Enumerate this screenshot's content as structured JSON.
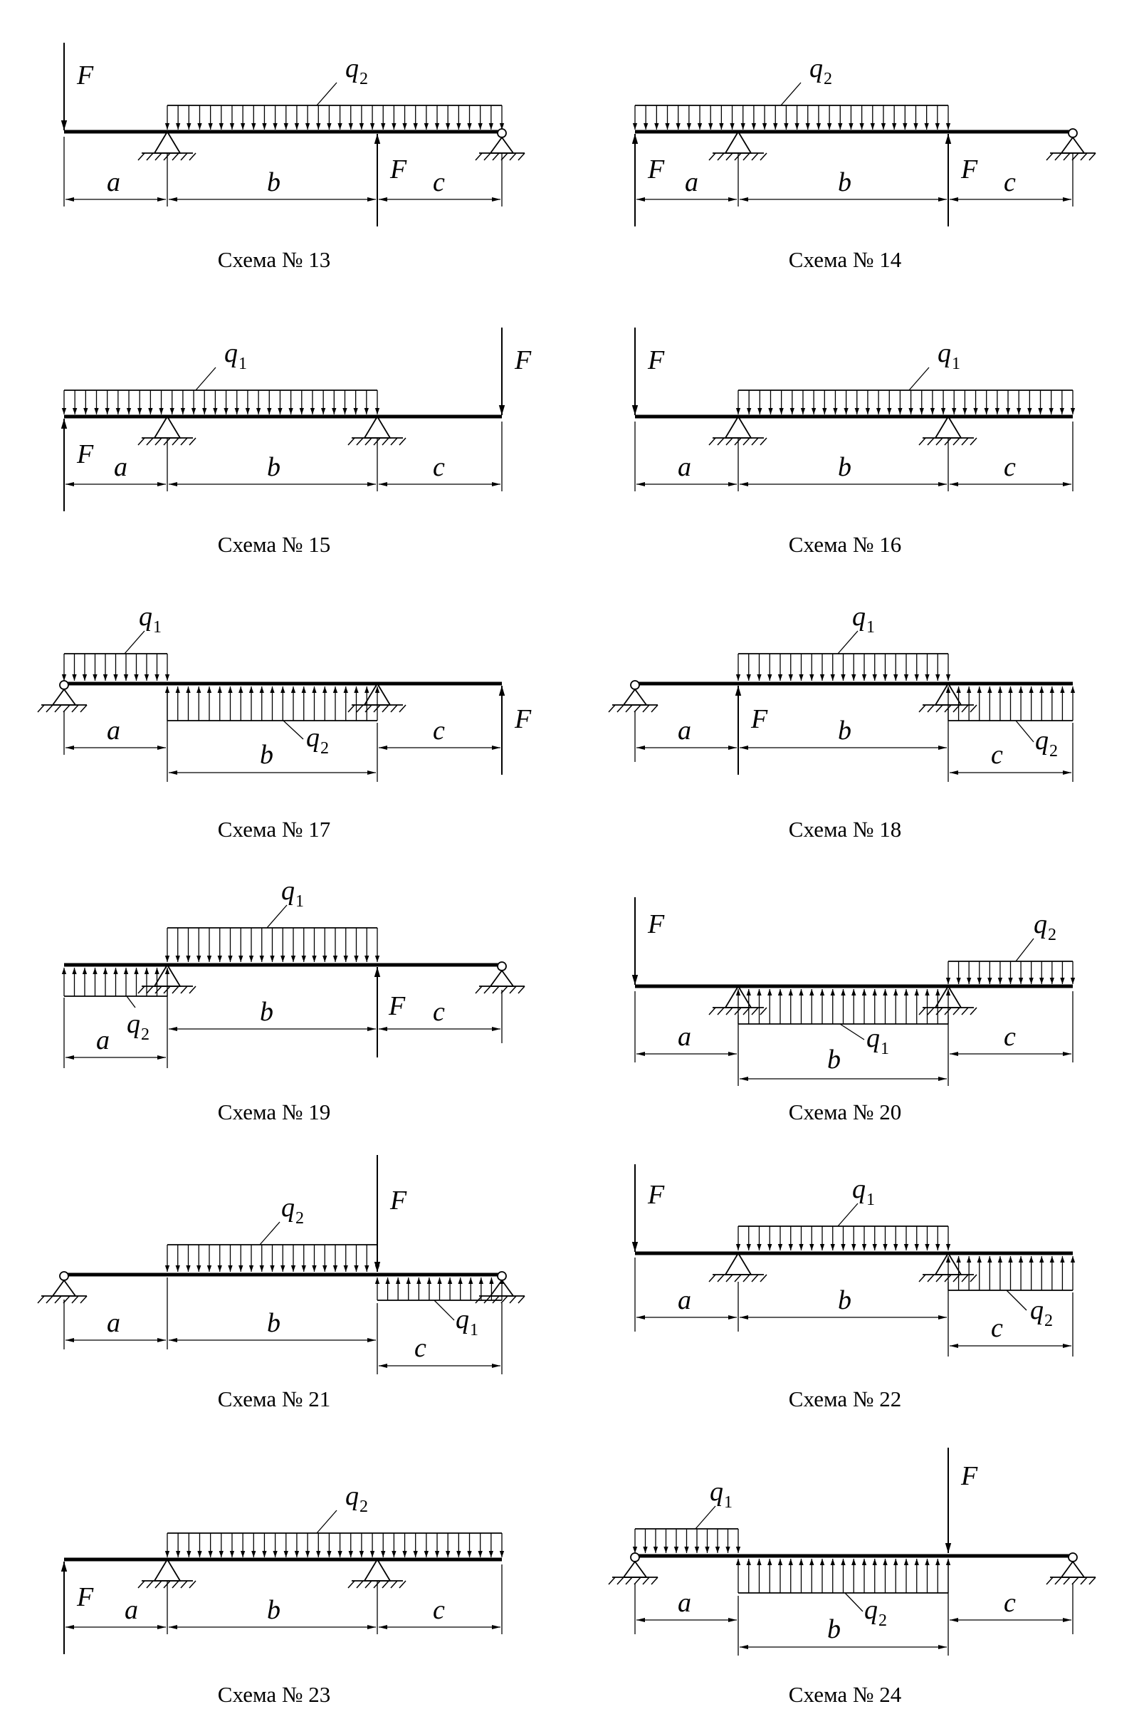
{
  "schemes": [
    {
      "caption": "Схема № 13",
      "labels": {
        "a": "a",
        "b": "b",
        "c": "c",
        "F": "F",
        "q": "q",
        "q_sub": "2"
      },
      "loads": [
        {
          "name": "q2",
          "from": "a",
          "to": "c",
          "dir": "down"
        }
      ],
      "forces": [
        {
          "at": "start",
          "dir": "down"
        },
        {
          "at": "a+b",
          "dir": "up"
        }
      ],
      "supports": [
        {
          "type": "fixed-pin",
          "at": "a"
        },
        {
          "type": "roller-pin",
          "at": "end"
        }
      ]
    },
    {
      "caption": "Схема № 14",
      "labels": {
        "a": "a",
        "b": "b",
        "c": "c",
        "F": "F",
        "q": "q",
        "q_sub": "2"
      },
      "loads": [
        {
          "name": "q2",
          "from": "start",
          "to": "a+b",
          "dir": "down"
        }
      ],
      "forces": [
        {
          "at": "start",
          "dir": "up"
        },
        {
          "at": "a+b",
          "dir": "up"
        }
      ],
      "supports": [
        {
          "type": "fixed-pin",
          "at": "a"
        },
        {
          "type": "roller-pin",
          "at": "end"
        }
      ]
    },
    {
      "caption": "Схема № 15",
      "labels": {
        "a": "a",
        "b": "b",
        "c": "c",
        "F": "F",
        "q": "q",
        "q_sub": "1"
      },
      "loads": [
        {
          "name": "q1",
          "from": "start",
          "to": "a+b",
          "dir": "down"
        }
      ],
      "forces": [
        {
          "at": "start",
          "dir": "up"
        },
        {
          "at": "end",
          "dir": "down"
        }
      ],
      "supports": [
        {
          "type": "fixed-pin",
          "at": "a"
        },
        {
          "type": "fixed-pin",
          "at": "a+b"
        }
      ]
    },
    {
      "caption": "Схема № 16",
      "labels": {
        "a": "a",
        "b": "b",
        "c": "c",
        "F": "F",
        "q": "q",
        "q_sub": "1"
      },
      "loads": [
        {
          "name": "q1",
          "from": "a",
          "to": "end",
          "dir": "down"
        }
      ],
      "forces": [
        {
          "at": "start",
          "dir": "down"
        }
      ],
      "supports": [
        {
          "type": "fixed-pin",
          "at": "a"
        },
        {
          "type": "fixed-pin",
          "at": "a+b"
        }
      ]
    },
    {
      "caption": "Схема № 17",
      "labels": {
        "a": "a",
        "b": "b",
        "c": "c",
        "F": "F",
        "q1": "q",
        "q1_sub": "1",
        "q2": "q",
        "q2_sub": "2"
      },
      "loads": [
        {
          "name": "q1",
          "from": "start",
          "to": "a",
          "dir": "down"
        },
        {
          "name": "q2",
          "from": "a",
          "to": "a+b",
          "dir": "up"
        }
      ],
      "forces": [
        {
          "at": "end",
          "dir": "up"
        }
      ],
      "supports": [
        {
          "type": "roller-pin",
          "at": "start"
        },
        {
          "type": "fixed-pin",
          "at": "a+b"
        }
      ]
    },
    {
      "caption": "Схема № 18",
      "labels": {
        "a": "a",
        "b": "b",
        "c": "c",
        "F": "F",
        "q1": "q",
        "q1_sub": "1",
        "q2": "q",
        "q2_sub": "2"
      },
      "loads": [
        {
          "name": "q1",
          "from": "a",
          "to": "a+b",
          "dir": "down"
        },
        {
          "name": "q2",
          "from": "a+b",
          "to": "end",
          "dir": "up"
        }
      ],
      "forces": [
        {
          "at": "a",
          "dir": "up"
        }
      ],
      "supports": [
        {
          "type": "roller-pin",
          "at": "start"
        },
        {
          "type": "fixed-pin",
          "at": "a+b"
        }
      ]
    },
    {
      "caption": "Схема № 19",
      "labels": {
        "a": "a",
        "b": "b",
        "c": "c",
        "F": "F",
        "q1": "q",
        "q1_sub": "1",
        "q2": "q",
        "q2_sub": "2"
      },
      "loads": [
        {
          "name": "q1",
          "from": "a",
          "to": "a+b",
          "dir": "down"
        },
        {
          "name": "q2",
          "from": "start",
          "to": "a",
          "dir": "up"
        }
      ],
      "forces": [
        {
          "at": "a+b",
          "dir": "up"
        }
      ],
      "supports": [
        {
          "type": "fixed-pin",
          "at": "a"
        },
        {
          "type": "roller-pin",
          "at": "end"
        }
      ]
    },
    {
      "caption": "Схема № 20",
      "labels": {
        "a": "a",
        "b": "b",
        "c": "c",
        "F": "F",
        "q1": "q",
        "q1_sub": "1",
        "q2": "q",
        "q2_sub": "2"
      },
      "loads": [
        {
          "name": "q2",
          "from": "a+b",
          "to": "end",
          "dir": "down"
        },
        {
          "name": "q1",
          "from": "a",
          "to": "a+b",
          "dir": "up"
        }
      ],
      "forces": [
        {
          "at": "start",
          "dir": "down"
        }
      ],
      "supports": [
        {
          "type": "fixed-pin",
          "at": "a"
        },
        {
          "type": "fixed-pin",
          "at": "a+b"
        }
      ]
    },
    {
      "caption": "Схема № 21",
      "labels": {
        "a": "a",
        "b": "b",
        "c": "c",
        "F": "F",
        "q1": "q",
        "q1_sub": "1",
        "q2": "q",
        "q2_sub": "2"
      },
      "loads": [
        {
          "name": "q2",
          "from": "a",
          "to": "a+b",
          "dir": "down"
        },
        {
          "name": "q1",
          "from": "a+b",
          "to": "end",
          "dir": "up"
        }
      ],
      "forces": [
        {
          "at": "a+b",
          "dir": "down"
        }
      ],
      "supports": [
        {
          "type": "roller-pin",
          "at": "start"
        },
        {
          "type": "roller-pin",
          "at": "end"
        }
      ]
    },
    {
      "caption": "Схема № 22",
      "labels": {
        "a": "a",
        "b": "b",
        "c": "c",
        "F": "F",
        "q1": "q",
        "q1_sub": "1",
        "q2": "q",
        "q2_sub": "2"
      },
      "loads": [
        {
          "name": "q1",
          "from": "a",
          "to": "a+b",
          "dir": "down"
        },
        {
          "name": "q2",
          "from": "a+b",
          "to": "end",
          "dir": "up"
        }
      ],
      "forces": [
        {
          "at": "start",
          "dir": "down"
        }
      ],
      "supports": [
        {
          "type": "fixed-pin",
          "at": "a"
        },
        {
          "type": "fixed-pin",
          "at": "a+b"
        }
      ]
    },
    {
      "caption": "Схема № 23",
      "labels": {
        "a": "a",
        "b": "b",
        "c": "c",
        "F": "F",
        "q": "q",
        "q_sub": "2"
      },
      "loads": [
        {
          "name": "q2",
          "from": "a",
          "to": "end",
          "dir": "down"
        }
      ],
      "forces": [
        {
          "at": "start",
          "dir": "up"
        }
      ],
      "supports": [
        {
          "type": "fixed-pin",
          "at": "a"
        },
        {
          "type": "fixed-pin",
          "at": "a+b"
        }
      ]
    },
    {
      "caption": "Схема № 24",
      "labels": {
        "a": "a",
        "b": "b",
        "c": "c",
        "F": "F",
        "q1": "q",
        "q1_sub": "1",
        "q2": "q",
        "q2_sub": "2"
      },
      "loads": [
        {
          "name": "q1",
          "from": "start",
          "to": "a",
          "dir": "down"
        },
        {
          "name": "q2",
          "from": "a",
          "to": "a+b",
          "dir": "up"
        }
      ],
      "forces": [
        {
          "at": "a+b",
          "dir": "down"
        }
      ],
      "supports": [
        {
          "type": "roller-pin",
          "at": "start"
        },
        {
          "type": "roller-pin",
          "at": "end"
        }
      ]
    }
  ]
}
